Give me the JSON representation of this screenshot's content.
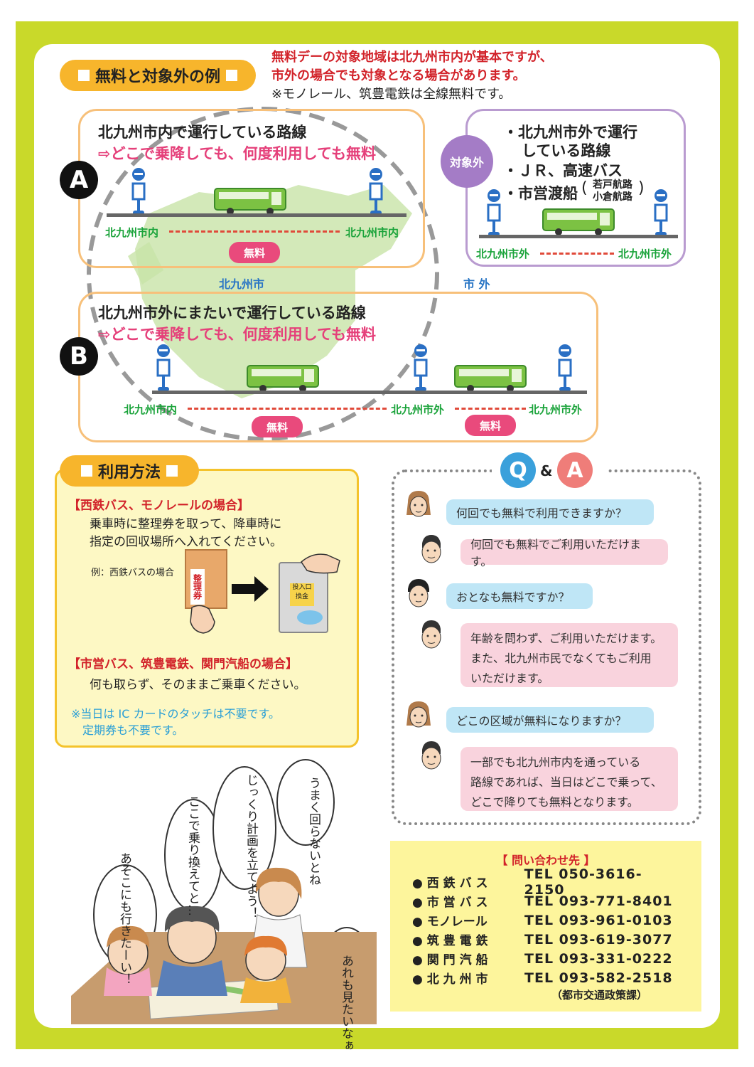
{
  "examples": {
    "title": "無料と対象外の例",
    "note1": "無料デーの対象地域は北九州市内が基本ですが、",
    "note2": "市外の場合でも対象となる場合があります。",
    "note3": "※モノレール、筑豊電鉄は全線無料です。",
    "a": {
      "badge": "A",
      "heading": "北九州市内で運行している路線",
      "sub": "⇨どこで乗降しても、何度利用しても無料",
      "left_label": "北九州市内",
      "right_label": "北九州市内",
      "free": "無料"
    },
    "out": {
      "badge": "対象外",
      "line1": "・北九州市外で運行",
      "line2": "している路線",
      "line3": "・ＪＲ、高速バス",
      "line4": "・市営渡船",
      "route1": "若戸航路",
      "route2": "小倉航路",
      "left_label": "北九州市外",
      "right_label": "北九州市外"
    },
    "map_city": "北九州市",
    "map_outside": "市 外",
    "b": {
      "badge": "B",
      "heading": "北九州市外にまたいで運行している路線",
      "sub": "⇨どこで乗降しても、何度利用しても無料",
      "label1": "北九州市内",
      "label2": "北九州市外",
      "label3": "北九州市外",
      "free1": "無料",
      "free2": "無料"
    }
  },
  "usage": {
    "title": "利用方法",
    "case1_title": "【西鉄バス、モノレールの場合】",
    "case1_line1": "乗車時に整理券を取って、降車時に",
    "case1_line2": "指定の回収場所へ入れてください。",
    "example_label": "例：西鉄バスの場合",
    "ticket_label": "整理券",
    "box_label1": "投入口",
    "box_label2": "換金",
    "case2_title": "【市営バス、筑豊電鉄、関門汽船の場合】",
    "case2_line1": "何も取らず、そのままご乗車ください。",
    "note1": "※当日は IC カードのタッチは不要です。",
    "note2": "定期券も不要です。"
  },
  "qa": {
    "q_letter": "Q",
    "amp": "&",
    "a_letter": "A",
    "q1": "何回でも無料で利用できますか？",
    "a1": "何回でも無料でご利用いただけます。",
    "q2": "おとなも無料ですか？",
    "a2_l1": "年齢を問わず、ご利用いただけます。",
    "a2_l2": "また、北九州市民でなくてもご利用",
    "a2_l3": "いただけます。",
    "q3": "どこの区域が無料になりますか？",
    "a3_l1": "一部でも北九州市内を通っている",
    "a3_l2": "路線であれば、当日はどこで乗って、",
    "a3_l3": "どこで降りても無料となります。"
  },
  "contacts": {
    "title": "【 問い合わせ先 】",
    "items": [
      {
        "name": "● 西 鉄 バ ス",
        "tel": "TEL 050-3616-2150"
      },
      {
        "name": "● 市 営 バ ス",
        "tel": "TEL 093-771-8401"
      },
      {
        "name": "● モノレール",
        "tel": "TEL 093-961-0103"
      },
      {
        "name": "● 筑 豊 電 鉄",
        "tel": "TEL 093-619-3077"
      },
      {
        "name": "● 関 門 汽 船",
        "tel": "TEL 093-331-0222"
      },
      {
        "name": "● 北 九 州 市",
        "tel": "TEL 093-582-2518"
      }
    ],
    "dept": "（都市交通政策課）"
  },
  "illustration": {
    "s1": "あそこにも行きたーい！",
    "s2": "ここで乗り換えてと…",
    "s3": "じっくり計画を立てよう！",
    "s4": "うまく回らないとね",
    "s5": "あれも見たいなぁ"
  },
  "colors": {
    "frame": "#c9d92a",
    "accent_orange": "#f7b52c",
    "free_pink": "#e94a7c",
    "qa_blue": "#bfe6f6",
    "qa_pink": "#f9d3dd"
  }
}
